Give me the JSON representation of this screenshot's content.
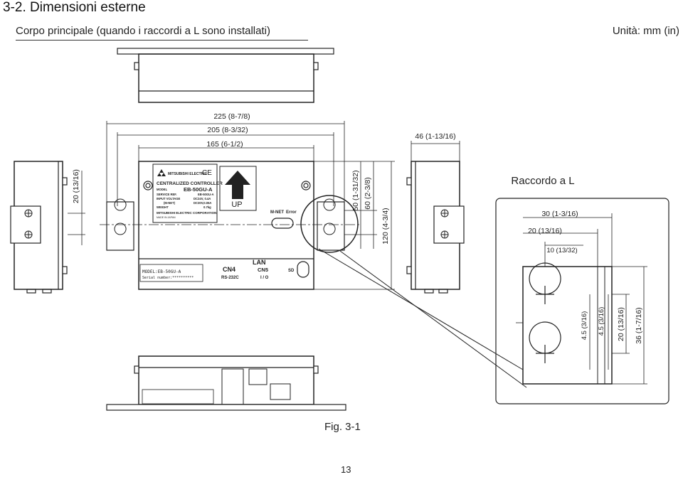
{
  "header": {
    "section_title": "3-2. Dimensioni esterne",
    "subtitle": "Corpo principale (quando i raccordi a L sono installati)",
    "unit_label": "Unità: mm (in)"
  },
  "dimensions": {
    "overall_225": "225 (8-7/8)",
    "overall_205": "205 (8-3/32)",
    "overall_165": "165 (6-1/2)",
    "side_46": "46 (1-13/16)",
    "left_20": "20 (13/16)",
    "hole_50": "50 (1-31/32)",
    "hole_60": "60 (2-3/8)",
    "height_120": "120 (4-3/4)"
  },
  "detail": {
    "title": "Raccordo a L",
    "dim_30": "30 (1-3/16)",
    "dim_20": "20 (13/16)",
    "dim_10": "10 (13/32)",
    "dim_45a": "4.5 (3/16)",
    "dim_45b": "4.5 (3/16)",
    "dim_20v": "20 (13/16)",
    "dim_36": "36 (1-7/16)"
  },
  "front_panel": {
    "up_label": "UP",
    "mnet_label": "M-NET",
    "error_label": "Error",
    "cn4_label": "CN4",
    "rs232c_label": "RS-232C",
    "lan_label": "LAN",
    "cn5_label": "CN5",
    "io_label": "I / O",
    "sd_label": "SD",
    "model_line": "MODEL:EB-50GU-A",
    "serial_line": "Serial number:**********"
  },
  "nameplate": {
    "brand": "MITSUBISHI ELECTRIC",
    "ce_mark": "CE",
    "product": "CENTRALIZED CONTROLLER",
    "model_key": "MODEL",
    "model_value": "EB-50GU-A",
    "service_ref_key": "SERVICE REF.",
    "service_ref_value": "EB-50GU-A",
    "input_voltage_key": "INPUT VOLTAGE",
    "input_voltage_value": "DC24V, 0.4A",
    "mnet_key": "(M-NET)",
    "mnet_value": "DC30V,0.06A",
    "weight_key": "WEIGHT",
    "weight_value": "0.7kg",
    "corporation": "MITSUBISHI ELECTRIC CORPORATION",
    "made_in": "MADE IN JAPAN"
  },
  "footer": {
    "figure_caption": "Fig. 3-1",
    "page_number": "13"
  }
}
